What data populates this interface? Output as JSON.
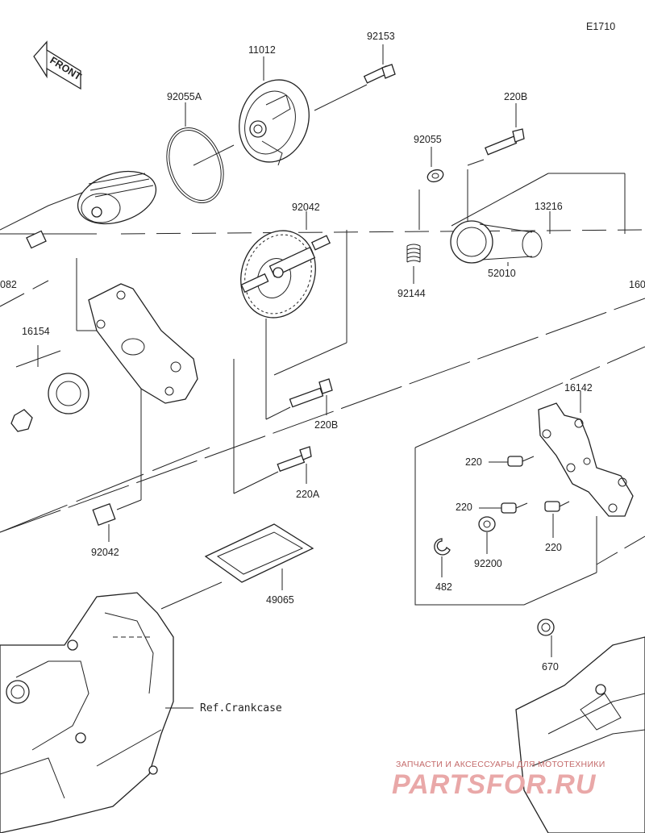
{
  "diagram": {
    "code": "E1710",
    "front_label": "FRONT",
    "ref_label": "Ref.Crankcase",
    "parts": {
      "p92153": "92153",
      "p11012": "11012",
      "p92055A": "92055A",
      "p220B_top": "220B",
      "p92055": "92055",
      "p92042_top": "92042",
      "p13216": "13216",
      "p082": "082",
      "p92144": "92144",
      "p52010": "52010",
      "p160": "160",
      "p16154": "16154",
      "p16142": "16142",
      "p220B_mid": "220B",
      "p220_a": "220",
      "p220A": "220A",
      "p220_b": "220",
      "p220_c": "220",
      "p92042_bot": "92042",
      "p92200": "92200",
      "p482": "482",
      "p49065": "49065",
      "p670": "670"
    }
  },
  "watermark": {
    "line1": "ЗАПЧАСТИ И АКСЕССУАРЫ ДЛЯ МОТОТЕХНИКИ",
    "line2": "PARTSFOR.RU"
  }
}
